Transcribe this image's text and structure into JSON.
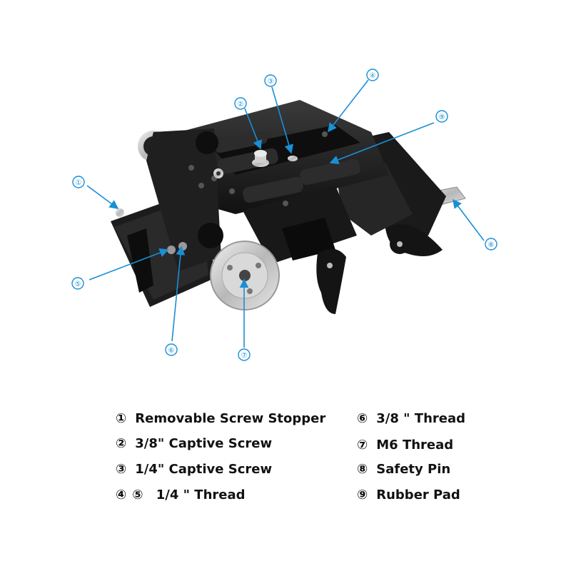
{
  "accent_color": "#1a8fd6",
  "callouts": [
    {
      "id": "c1",
      "label": "①"
    },
    {
      "id": "c2",
      "label": "②"
    },
    {
      "id": "c3",
      "label": "③"
    },
    {
      "id": "c4",
      "label": "④"
    },
    {
      "id": "c5",
      "label": "⑤"
    },
    {
      "id": "c6",
      "label": "⑥"
    },
    {
      "id": "c7",
      "label": "⑦"
    },
    {
      "id": "c8",
      "label": "⑧"
    },
    {
      "id": "c9",
      "label": "⑨"
    }
  ],
  "legend": {
    "left": [
      {
        "nums": [
          "①"
        ],
        "text": "Removable Screw Stopper"
      },
      {
        "nums": [
          "②"
        ],
        "text": "3/8\" Captive Screw"
      },
      {
        "nums": [
          "③"
        ],
        "text": "1/4\" Captive Screw"
      },
      {
        "nums": [
          "④",
          "⑤"
        ],
        "text": " 1/4 \" Thread"
      }
    ],
    "right": [
      {
        "nums": [
          "⑥"
        ],
        "text": "3/8 \" Thread"
      },
      {
        "nums": [
          "⑦"
        ],
        "text": "M6 Thread"
      },
      {
        "nums": [
          "⑧"
        ],
        "text": "Safety Pin"
      },
      {
        "nums": [
          "⑨"
        ],
        "text": "Rubber Pad"
      }
    ]
  }
}
